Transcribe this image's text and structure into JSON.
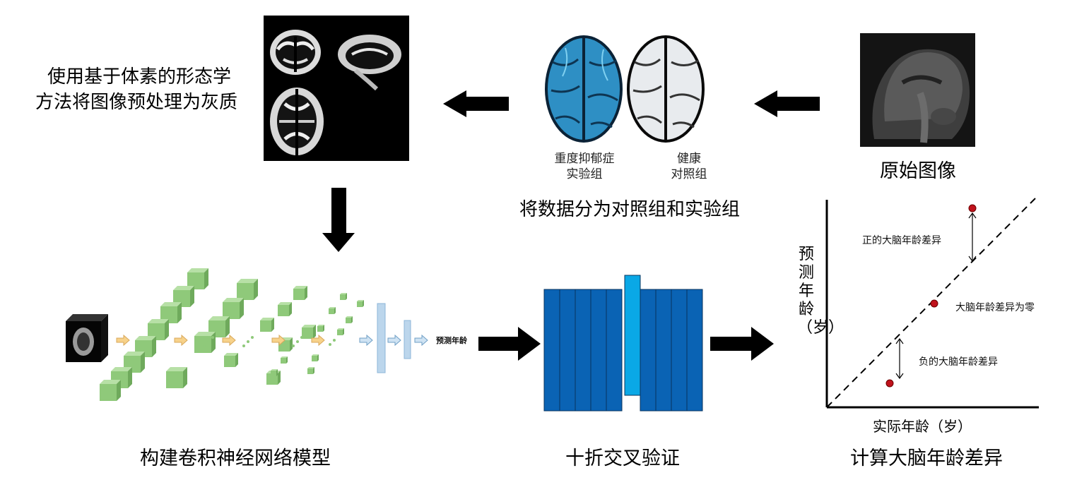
{
  "steps": {
    "preprocess": {
      "line1": "使用基于体素的形态学",
      "line2": "方法将图像预处理为灰质"
    },
    "split": {
      "caption": "将数据分为对照组和实验组",
      "experimental_line1": "重度抑郁症",
      "experimental_line2": "实验组",
      "control_line1": "健康",
      "control_line2": "对照组"
    },
    "original": {
      "caption": "原始图像"
    },
    "cnn": {
      "caption": "构建卷积神经网络模型",
      "output_label": "预测年龄"
    },
    "cv": {
      "caption": "十折交叉验证"
    },
    "gap": {
      "caption": "计算大脑年龄差异"
    }
  },
  "plot": {
    "ylabel": "预测年龄（岁）",
    "xlabel": "实际年龄（岁）",
    "annotations": {
      "positive": "正的大脑年龄差异",
      "zero": "大脑年龄差异为零",
      "negative": "负的大脑年龄差异"
    }
  },
  "colors": {
    "cube_green": "#8fc97a",
    "arrow_yellow": "#f7d28a",
    "cv_fold_blue": "#0a63b4",
    "cv_test_blue": "#0aa8e6",
    "point_red": "#c0121c",
    "brain_mdd": "#2e8fc4"
  }
}
